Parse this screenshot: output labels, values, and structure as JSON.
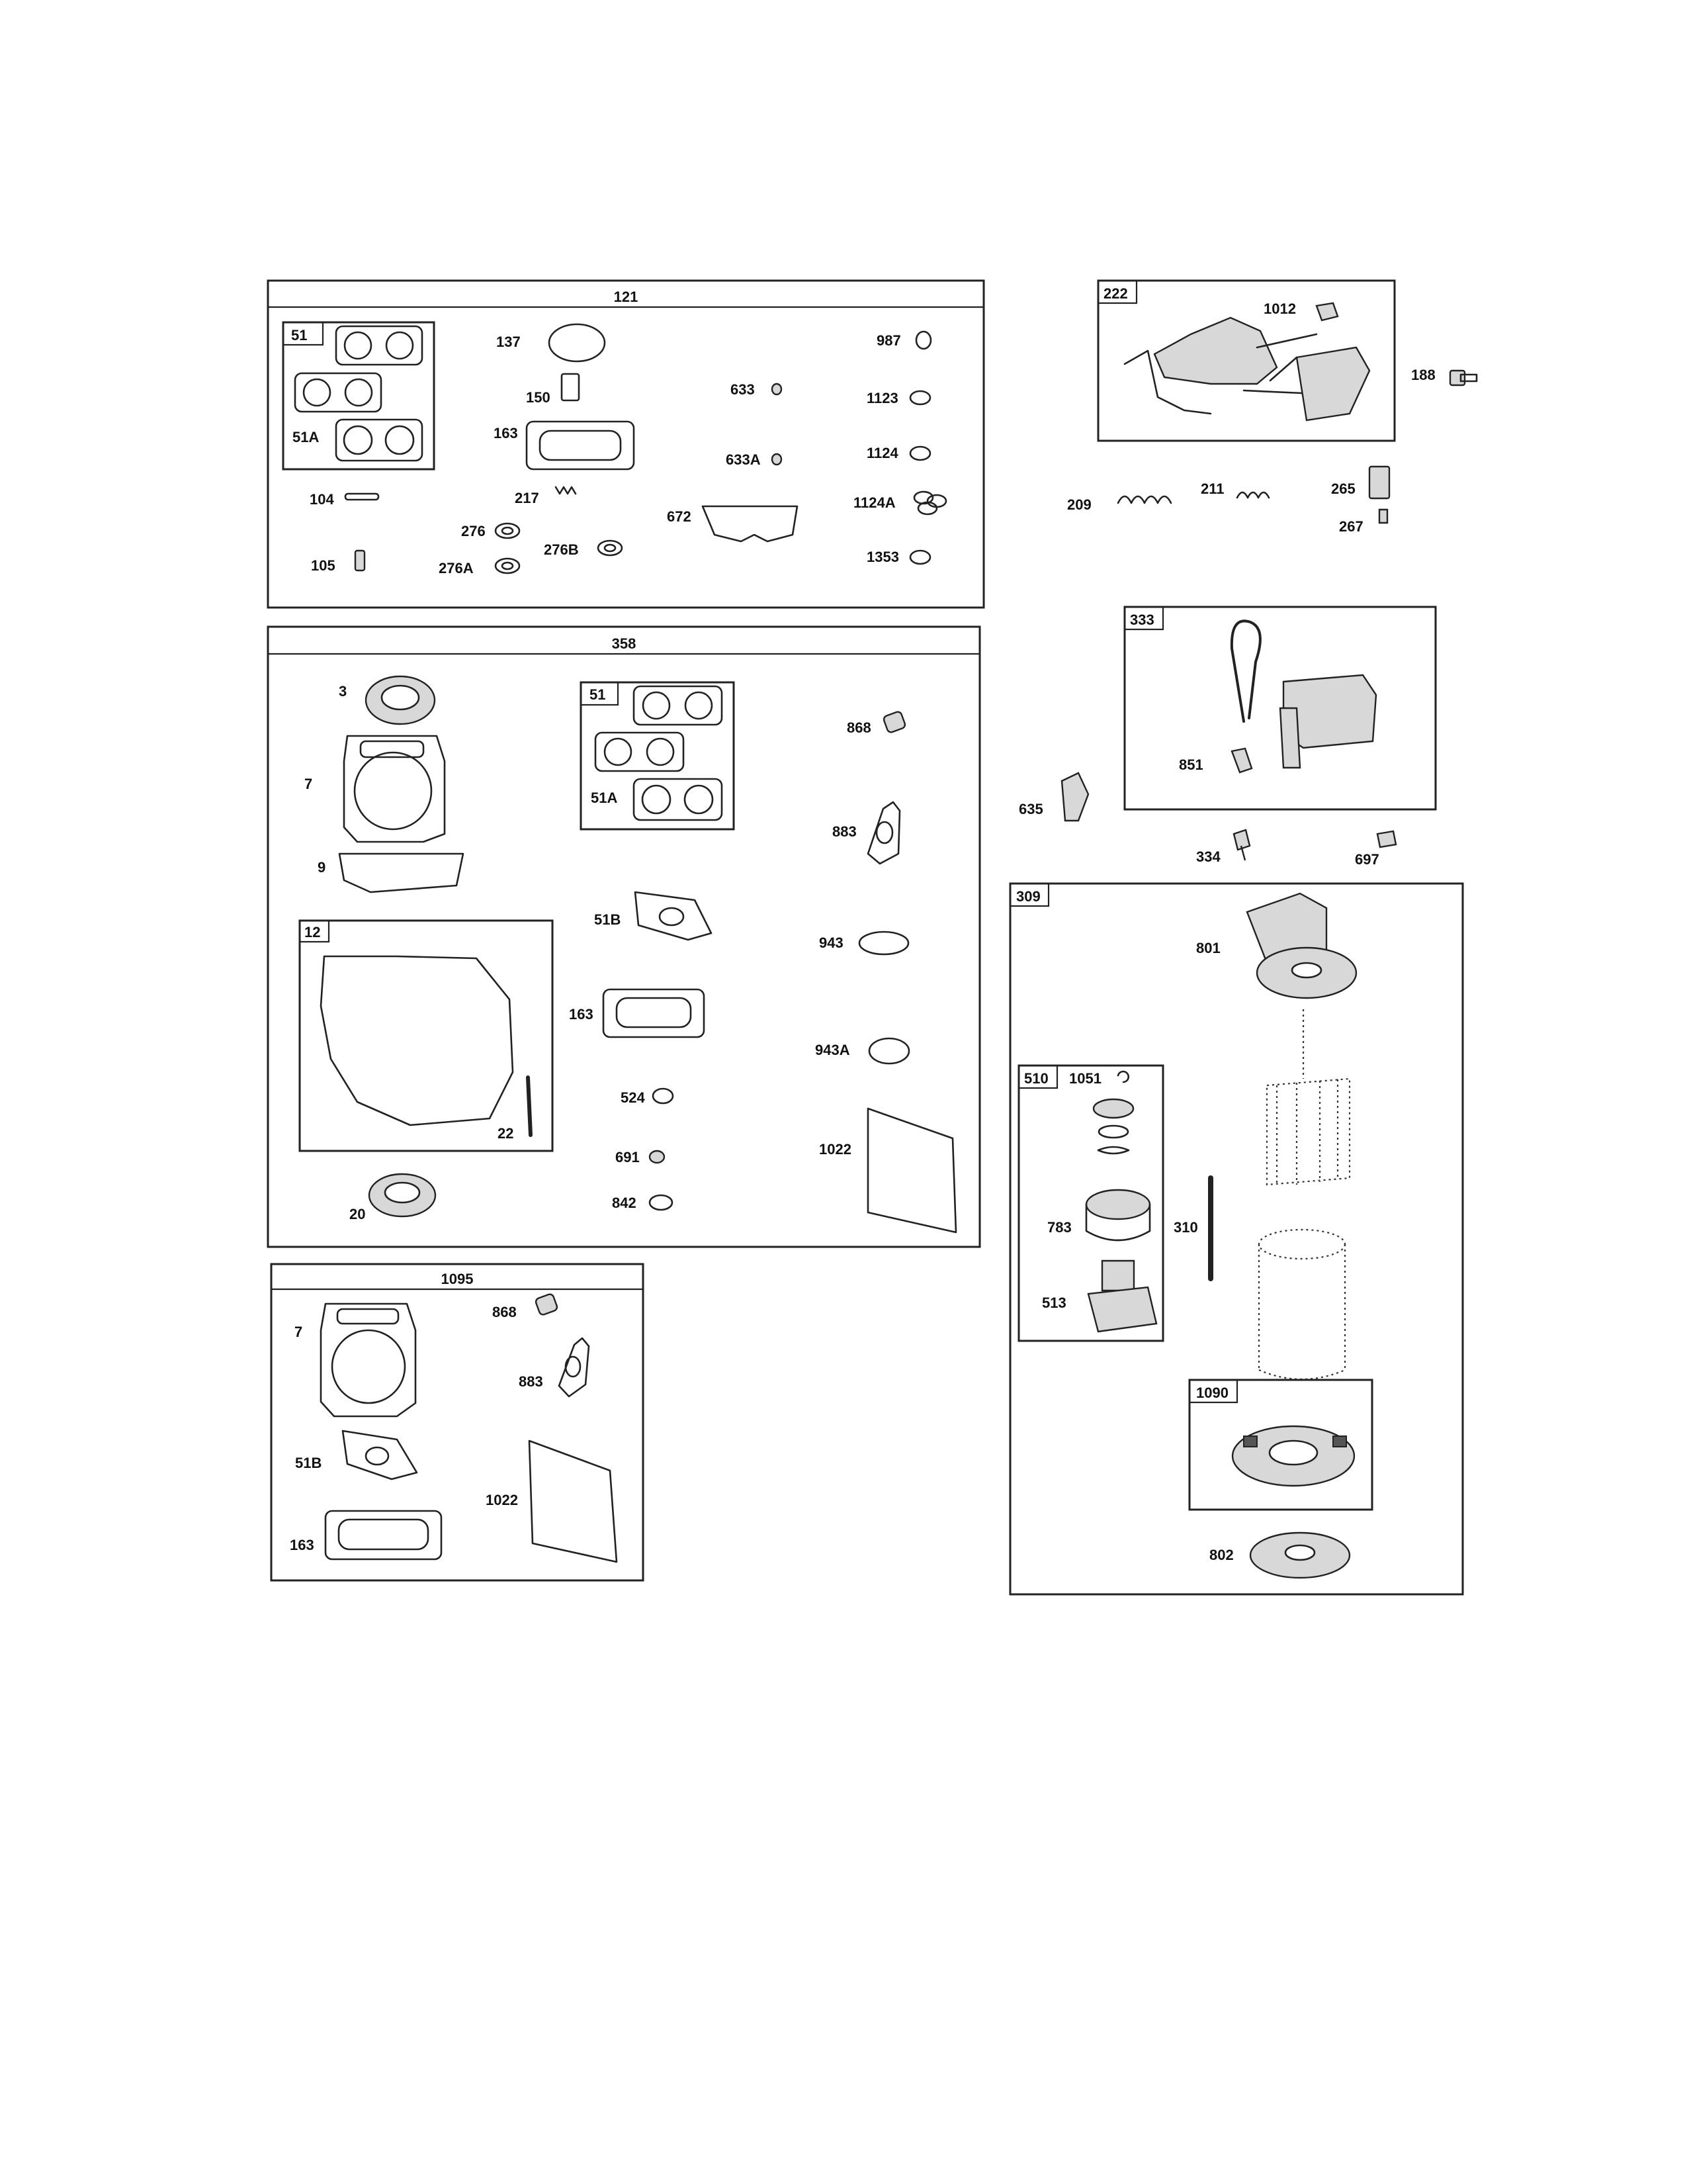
{
  "kits": {
    "k121": {
      "title": "121"
    },
    "k358": {
      "title": "358"
    },
    "k1095": {
      "title": "1095"
    },
    "k222": {
      "title": "222"
    },
    "k333": {
      "title": "333"
    },
    "k309": {
      "title": "309"
    },
    "k51a": {
      "title": "51"
    },
    "k51b": {
      "title": "51"
    },
    "k12": {
      "title": "12"
    },
    "k510": {
      "title": "510"
    },
    "k1090": {
      "title": "1090"
    }
  },
  "labels": {
    "p51A_1": "51A",
    "p137": "137",
    "p150": "150",
    "p163_1": "163",
    "p217": "217",
    "p104": "104",
    "p105": "105",
    "p276": "276",
    "p276A": "276A",
    "p276B": "276B",
    "p633": "633",
    "p633A": "633A",
    "p672": "672",
    "p987": "987",
    "p1123": "1123",
    "p1124": "1124",
    "p1124A": "1124A",
    "p1353": "1353",
    "p3": "3",
    "p7_1": "7",
    "p9": "9",
    "p51A_2": "51A",
    "p868_1": "868",
    "p883_1": "883",
    "p51B_1": "51B",
    "p163_2": "163",
    "p943": "943",
    "p943A": "943A",
    "p524": "524",
    "p691": "691",
    "p842": "842",
    "p1022_1": "1022",
    "p22": "22",
    "p20": "20",
    "p7_2": "7",
    "p868_2": "868",
    "p883_2": "883",
    "p51B_2": "51B",
    "p1022_2": "1022",
    "p163_3": "163",
    "p1012": "1012",
    "p188": "188",
    "p209": "209",
    "p211": "211",
    "p265": "265",
    "p267": "267",
    "p635": "635",
    "p851": "851",
    "p334": "334",
    "p697": "697",
    "p801": "801",
    "p1051": "1051",
    "p783": "783",
    "p513": "513",
    "p310": "310",
    "p802": "802"
  }
}
